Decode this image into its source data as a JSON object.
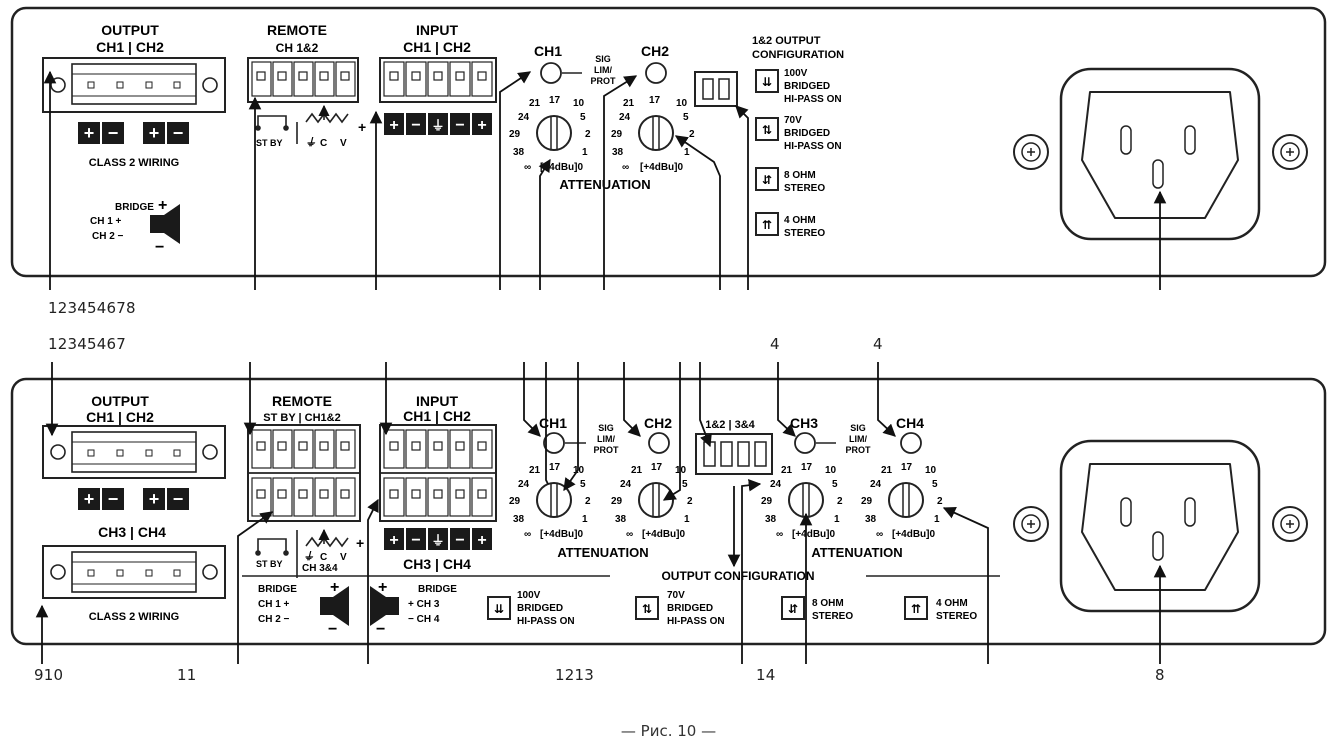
{
  "top_panel": {
    "output_title": "OUTPUT",
    "output_channels": "CH1 | CH2",
    "polarity_a": "+ −",
    "polarity_b": "+ −",
    "class2": "CLASS 2 WIRING",
    "bridge": "BRIDGE",
    "bridge_ch1": "CH 1 +",
    "bridge_ch2": "CH 2 −",
    "remote_title": "REMOTE",
    "remote_channels": "CH 1&2",
    "remote_stby": "ST BY",
    "remote_c": "C",
    "remote_v": "V",
    "input_title": "INPUT",
    "input_channels": "CH1 | CH2",
    "input_polarity": [
      "+",
      "−",
      "⏚",
      "−",
      "+"
    ],
    "ch1": "CH1",
    "ch2": "CH2",
    "sig": "SIG",
    "lim": "LIM/",
    "prot": "PROT",
    "attenuation": "ATTENUATION",
    "dial_labels": [
      "21",
      "17",
      "10",
      "24",
      "5",
      "29",
      "2",
      "38",
      "1",
      "∞",
      "[+4dBu]0"
    ],
    "config_title_1": "1&2 OUTPUT",
    "config_title_2": "CONFIGURATION",
    "configs": [
      {
        "l1": "100V",
        "l2": "BRIDGED",
        "l3": "HI-PASS ON"
      },
      {
        "l1": "70V",
        "l2": "BRIDGED",
        "l3": "HI-PASS ON"
      },
      {
        "l1": "8 OHM",
        "l2": "STEREO",
        "l3": ""
      },
      {
        "l1": "4 OHM",
        "l2": "STEREO",
        "l3": ""
      }
    ]
  },
  "bottom_panel": {
    "output_title": "OUTPUT",
    "output_channels": "CH1 | CH2",
    "output_channels_b": "CH3 | CH4",
    "class2": "CLASS 2 WIRING",
    "remote_title": "REMOTE",
    "remote_top": "ST BY | CH1&2",
    "remote_stby": "ST BY",
    "remote_bottom": "CH 3&4",
    "input_title": "INPUT",
    "input_channels": "CH1 | CH2",
    "input_channels_b": "CH3 | CH4",
    "bridge_left": "BRIDGE",
    "bridge_left_ch1": "CH 1 +",
    "bridge_left_ch2": "CH 2 −",
    "bridge_right": "BRIDGE",
    "bridge_right_ch3": "+ CH 3",
    "bridge_right_ch4": "− CH 4",
    "ch1": "CH1",
    "ch2": "CH2",
    "ch3": "CH3",
    "ch4": "CH4",
    "dip_label": "1&2 | 3&4",
    "attenuation_left": "ATTENUATION",
    "attenuation_right": "ATTENUATION",
    "output_config": "OUTPUT CONFIGURATION",
    "configs": [
      {
        "l1": "100V",
        "l2": "BRIDGED",
        "l3": "HI-PASS ON"
      },
      {
        "l1": "70V",
        "l2": "BRIDGED",
        "l3": "HI-PASS ON"
      },
      {
        "l1": "8 OHM",
        "l2": "STEREO",
        "l3": ""
      },
      {
        "l1": "4 OHM",
        "l2": "STEREO",
        "l3": ""
      }
    ]
  },
  "callouts": {
    "top_row": "123454678",
    "mid_row": "12345467",
    "mid_a": "4",
    "mid_b": "4",
    "bottom_a": "910",
    "bottom_b": "11",
    "bottom_c": "1213",
    "bottom_d": "14",
    "bottom_e": "8"
  },
  "caption": "— Рис. 10 —"
}
